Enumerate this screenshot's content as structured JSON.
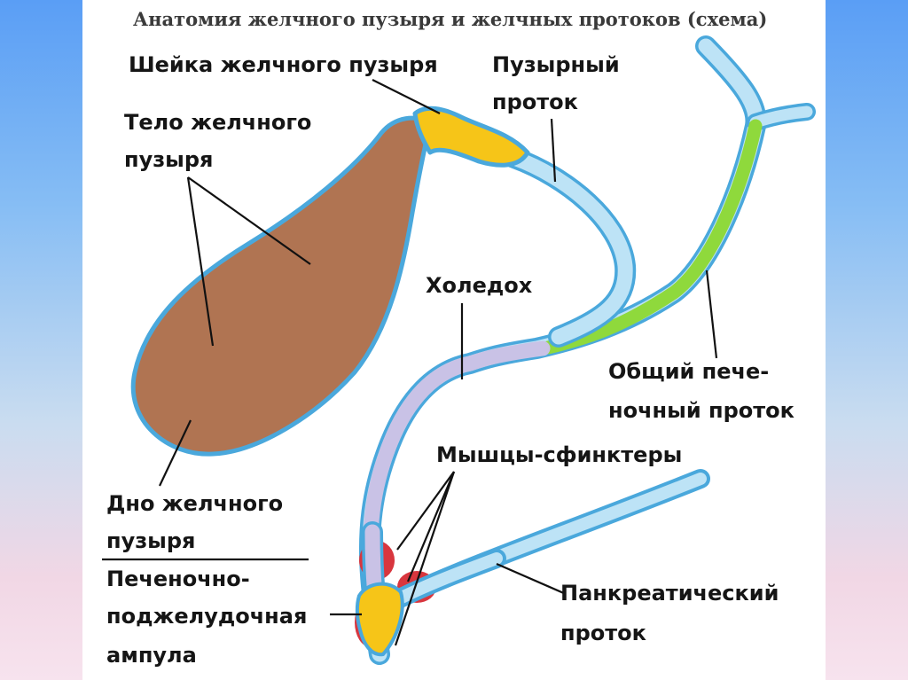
{
  "title": "Анатомия желчного пузыря и желчных протоков (схема)",
  "labels": {
    "neck": "Шейка желчного пузыря",
    "body_line1": "Тело желчного",
    "body_line2": "пузыря",
    "cystic_line1": "Пузырный",
    "cystic_line2": "проток",
    "choledoch": "Холедох",
    "hepatic_line1": "Общий пече-",
    "hepatic_line2": "ночный проток",
    "sphincters": "Мышцы-сфинктеры",
    "fundus_line1": "Дно желчного",
    "fundus_line2": "пузыря",
    "ampulla_line1": "Печеночно-",
    "ampulla_line2": "поджелудочная",
    "ampulla_line3": "ампула",
    "pancreatic_line1": "Панкреатический",
    "pancreatic_line2": "проток"
  },
  "colors": {
    "background_top": "#5a9ef5",
    "background_bottom": "#f7e3ee",
    "gallbladder_body": "#b07452",
    "duct_outline": "#4aa8dc",
    "duct_fill": "#bde3f6",
    "neck_highlight": "#f6c518",
    "hepatic_duct_highlight": "#8fd93c",
    "choledoch_highlight": "#c9c2e6",
    "sphincter": "#d8363e",
    "ampulla": "#f6c518"
  }
}
